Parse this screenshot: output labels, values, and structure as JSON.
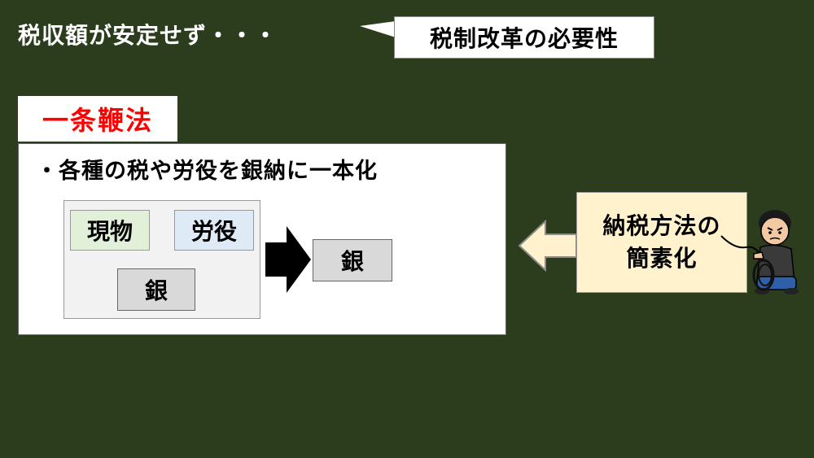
{
  "title": "税収額が安定せず・・・",
  "callout": "税制改革の必要性",
  "section_label": "一条鞭法",
  "bullet": "・各種の税や労役を銀納に一本化",
  "tiles": {
    "genbutsu": "現物",
    "roueki": "労役",
    "gin_before": "銀",
    "gin_after": "銀"
  },
  "method_box": {
    "line1": "納税方法の",
    "line2": "簡素化"
  },
  "colors": {
    "background": "#2b3d1d",
    "accent_red": "#ff0000",
    "tile_green": "#e2efd9",
    "tile_blue": "#deebf7",
    "tile_gray": "#d9d9d9",
    "method_bg": "#fff2cc"
  },
  "icons": [
    "arrow-right-icon",
    "arrow-left-icon",
    "person-with-whip-illustration"
  ]
}
